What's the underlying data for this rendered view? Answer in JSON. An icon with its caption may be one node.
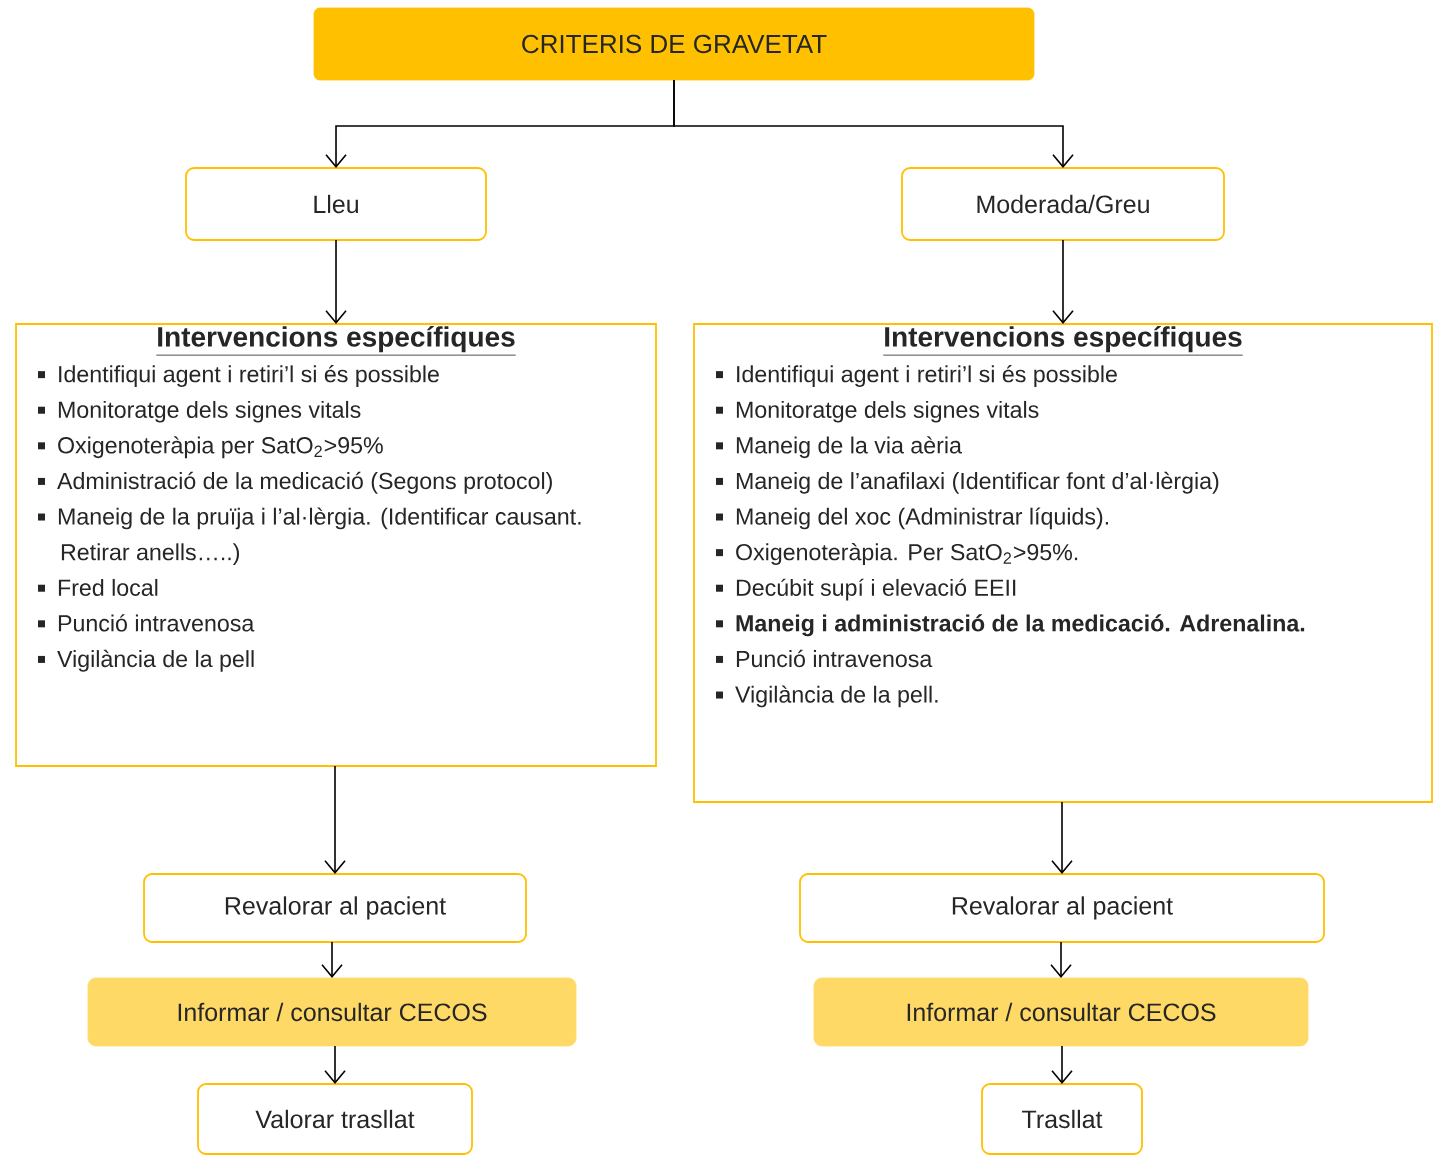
{
  "diagram": {
    "nodes": [
      {
        "text": [
          "CRITERIS DE GRAVETAT"
        ]
      },
      {
        "text": [
          "Lleu"
        ]
      },
      {
        "text": [
          "Moderada/Greu"
        ]
      },
      {
        "text": [
          "Intervencions específiques",
          "Identifiqui agent i retiri’l  si és possible",
          "Monitoratge dels signes vitals",
          "Oxigenoteràpia  per SatO$_{2}$>95%",
          "Administració de la medicació (Segons protocol)",
          "Maneig de la pruïja i l’al·lèrgia. (Identificar causant. Retirar anells…..)",
          "Fred local",
          "Punció intravenosa",
          "Vigilància de la pell"
        ]
      },
      {
        "text": [
          "Intervencions específiques",
          "Identifiqui agent i retiri’l si és possible",
          "Monitoratge dels signes vitals",
          "Maneig de la via aèria",
          "Maneig de l’anafilaxi (Identificar font d’al·lèrgia)",
          "Maneig del xoc (Administrar líquids).",
          "Oxigenoteràpia. Per SatO$_{2}$>95%.",
          "Decúbit supí i elevació EEII",
          "**Maneig i administració de la medicació. Adrenalina.**",
          "Punció intravenosa",
          "Vigilància de la pell."
        ]
      },
      {
        "text": [
          "Revalorar al pacient"
        ]
      },
      {
        "text": [
          "Informar / consultar CECOS"
        ]
      },
      {
        "text": [
          "Valorar trasllat"
        ]
      },
      {
        "text": [
          "Revalorar al pacient"
        ]
      },
      {
        "text": [
          "Informar / consultar CECOS"
        ]
      },
      {
        "text": [
          "Trasllat"
        ]
      }
    ],
    "edges": [
      {
        "from": 0,
        "to": 1,
        "arrow": "to"
      },
      {
        "from": 0,
        "to": 2,
        "arrow": "to"
      },
      {
        "from": 1,
        "to": 3,
        "arrow": "to"
      },
      {
        "from": 2,
        "to": 4,
        "arrow": "to"
      },
      {
        "from": 3,
        "to": 5,
        "arrow": "to"
      },
      {
        "from": 5,
        "to": 6,
        "arrow": "to"
      },
      {
        "from": 6,
        "to": 7,
        "arrow": "to"
      },
      {
        "from": 4,
        "to": 8,
        "arrow": "to"
      },
      {
        "from": 8,
        "to": 9,
        "arrow": "to"
      },
      {
        "from": 9,
        "to": 10,
        "arrow": "to"
      }
    ]
  }
}
